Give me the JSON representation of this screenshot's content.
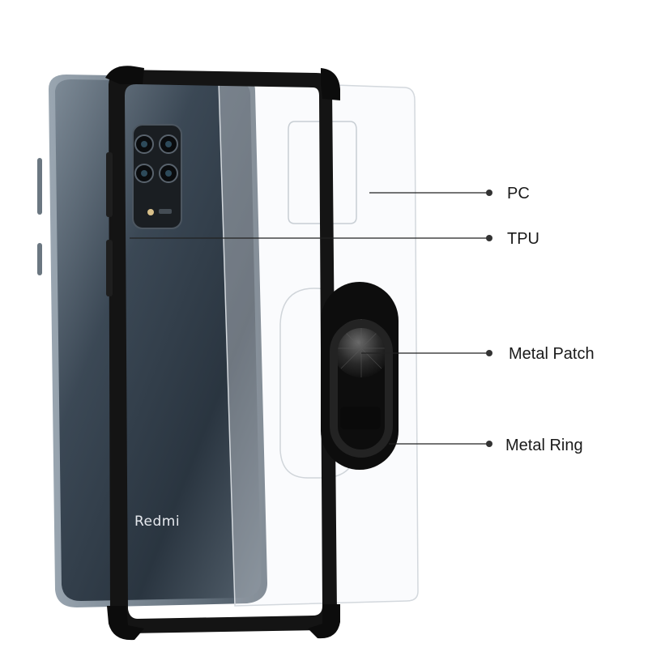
{
  "image": {
    "subject": "phone-case-exploded-view",
    "phone_brand_text": "Redmi",
    "colors": {
      "background": "#ffffff",
      "phone_body": "#3a4652",
      "bumper": "#111111",
      "label_text": "#1a1a1a"
    }
  },
  "callouts": [
    {
      "id": "pc",
      "label": "PC"
    },
    {
      "id": "tpu",
      "label": "TPU"
    },
    {
      "id": "metal-patch",
      "label": "Metal Patch"
    },
    {
      "id": "metal-ring",
      "label": "Metal Ring"
    }
  ]
}
